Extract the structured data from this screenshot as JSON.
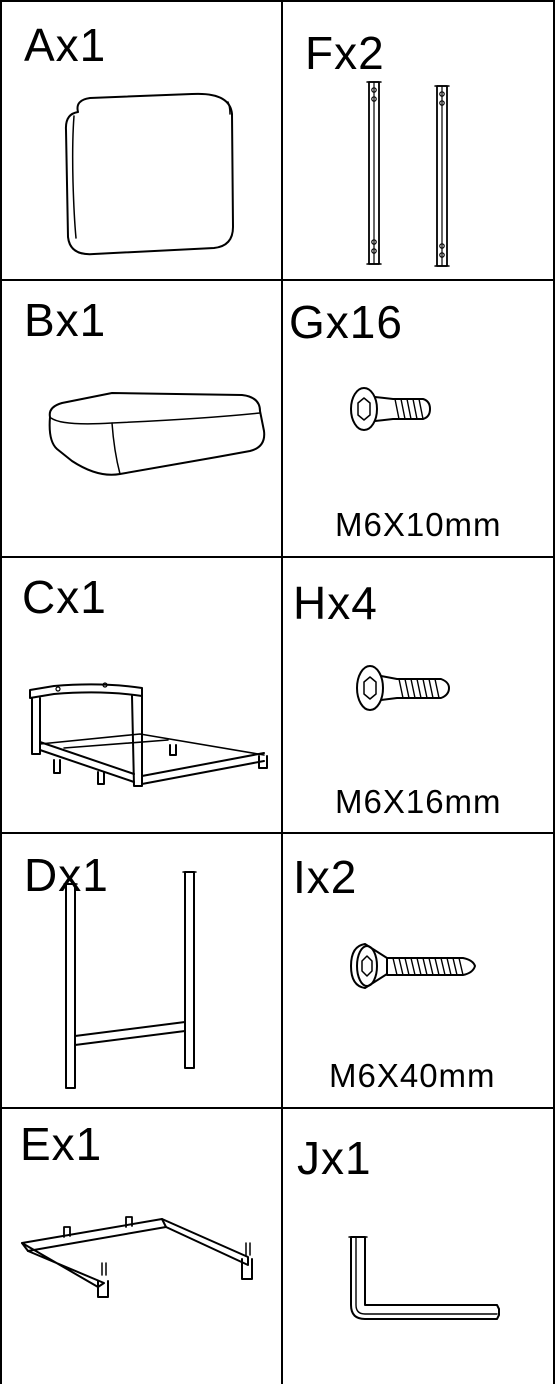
{
  "parts": {
    "A": {
      "label": "Ax1",
      "icon": "back-cushion-icon"
    },
    "B": {
      "label": "Bx1",
      "icon": "seat-cushion-icon"
    },
    "C": {
      "label": "Cx1",
      "icon": "chair-frame-icon"
    },
    "D": {
      "label": "Dx1",
      "icon": "armrest-frame-icon"
    },
    "E": {
      "label": "Ex1",
      "icon": "base-frame-icon"
    },
    "F": {
      "label": "Fx2",
      "icon": "support-bar-icon"
    },
    "G": {
      "label": "Gx16",
      "spec": "M6X10mm",
      "icon": "bolt-short-icon"
    },
    "H": {
      "label": "Hx4",
      "spec": "M6X16mm",
      "icon": "bolt-medium-icon"
    },
    "I": {
      "label": "Ix2",
      "spec": "M6X40mm",
      "icon": "bolt-long-icon"
    },
    "J": {
      "label": "Jx1",
      "icon": "allen-key-icon"
    }
  }
}
